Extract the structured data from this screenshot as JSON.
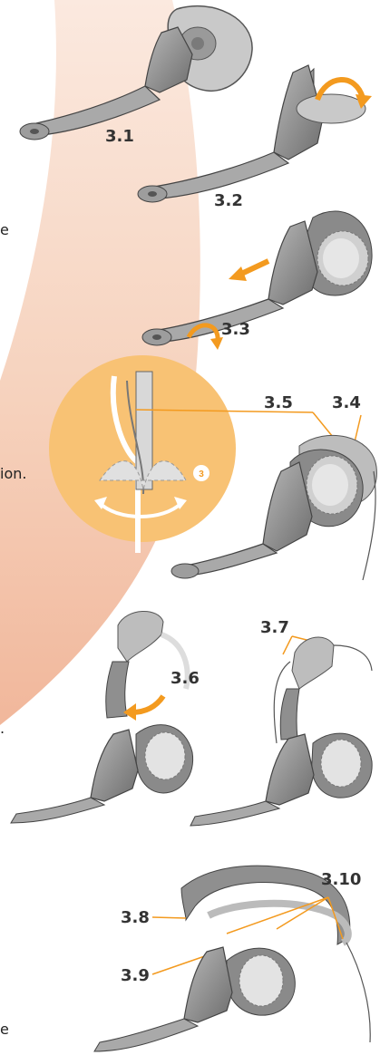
{
  "labels": {
    "s31": "3.1",
    "s32": "3.2",
    "s33": "3.3",
    "s34": "3.4",
    "s35": "3.5",
    "s36": "3.6",
    "s37": "3.7",
    "s38": "3.8",
    "s39": "3.9",
    "s310": "3.10"
  },
  "badge": "3",
  "text_fragments": {
    "f1": "e",
    "f2": "ion.",
    "f3": ".",
    "f4": "e"
  },
  "colors": {
    "accent_orange": "#f39a1f",
    "band_peach": "#f5d3c0",
    "circle_fill": "#f8c274",
    "headset_grey": "#8f8f8f",
    "headset_dark": "#5a5a5a",
    "cushion_light": "#e3e3e3"
  }
}
